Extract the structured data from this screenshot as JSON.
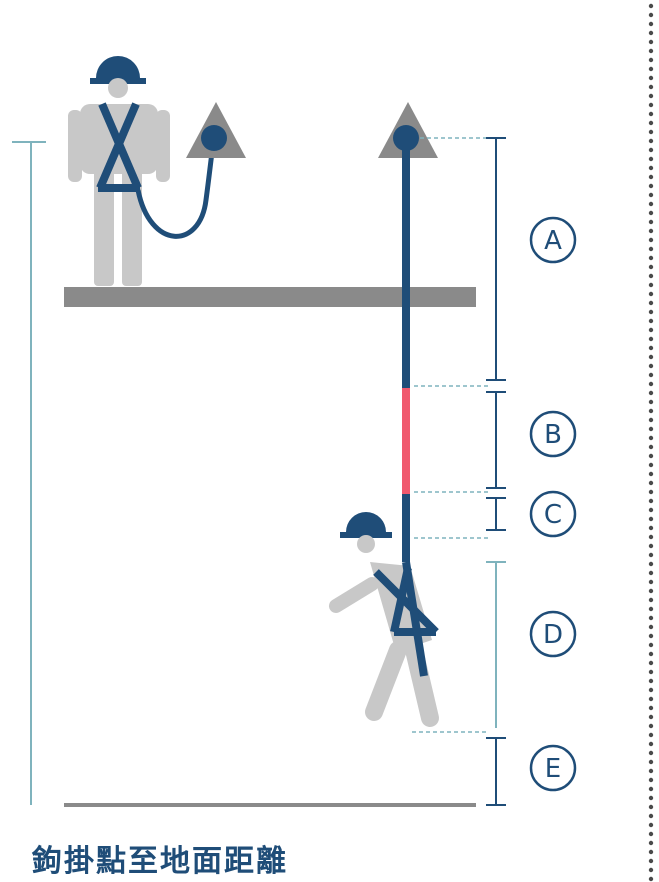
{
  "caption": "鉤掛點至地面距離",
  "segments": [
    {
      "id": "A",
      "label": "A"
    },
    {
      "id": "B",
      "label": "B"
    },
    {
      "id": "C",
      "label": "C"
    },
    {
      "id": "D",
      "label": "D"
    },
    {
      "id": "E",
      "label": "E"
    }
  ],
  "colors": {
    "navy": "#1f4d78",
    "figure_gray": "#c8c8c8",
    "platform_gray": "#8a8a8a",
    "teal_line": "#7fb3bd",
    "pink_segment": "#f0596e",
    "anchor_triangle": "#8a8a8a",
    "dots": "#4a4a4a"
  },
  "icons": [
    "worker-standing-icon",
    "worker-falling-icon",
    "anchor-triangle-icon",
    "helmet-icon",
    "harness-icon"
  ]
}
